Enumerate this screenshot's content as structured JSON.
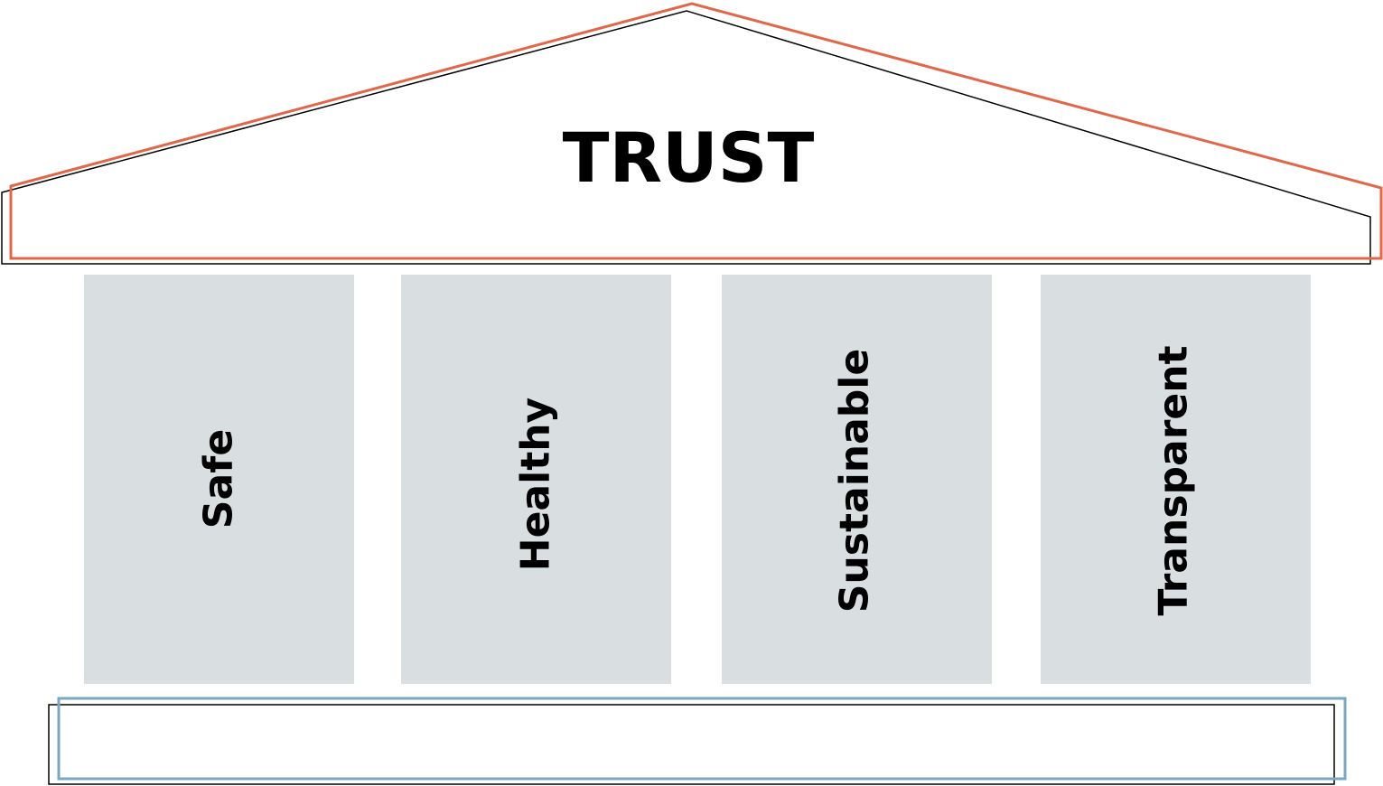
{
  "roof": {
    "label": "TRUST",
    "accent_color": "#e2674a",
    "outline_color": "#000000"
  },
  "pillars": [
    {
      "label": "Safe"
    },
    {
      "label": "Healthy"
    },
    {
      "label": "Sustainable"
    },
    {
      "label": "Transparent"
    }
  ],
  "pillar_fill_color": "#d9dee1",
  "foundation": {
    "accent_color": "#7aa8c2",
    "outline_color": "#000000"
  }
}
